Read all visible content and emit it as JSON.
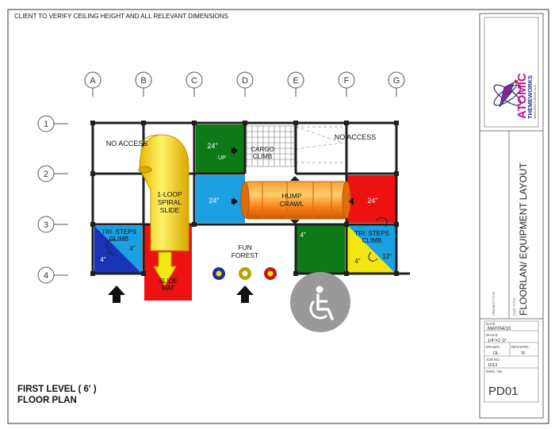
{
  "note": "CLIENT TO VERIFY CEILING HEIGHT AND ALL RELEVANT DIMENSIONS",
  "columns": [
    "A",
    "B",
    "C",
    "D",
    "E",
    "F",
    "G"
  ],
  "rows": [
    "1",
    "2",
    "3",
    "4"
  ],
  "labels": {
    "no_access_left": "NO ACCESS",
    "no_access_right": "NO ACCESS",
    "cargo_line1": "CARGO",
    "cargo_line2": "CLIMB",
    "spiral_line1": "1-LOOP",
    "spiral_line2": "SPIRAL",
    "spiral_line3": "SLIDE",
    "slide_mat_line1": "SLIDE",
    "slide_mat_line2": "MAT",
    "hump_line1": "HUMP",
    "hump_line2": "CRAWL",
    "tri_left_line1": "TRI. STEPS",
    "tri_left_line2": "CLIMB",
    "tri_right_line1": "TRI. STEPS",
    "tri_right_line2": "CLIMB",
    "fun_line1": "FUN",
    "fun_line2": "FOREST",
    "h24_green": "24\"",
    "up_green": "UP",
    "h24_blue": "24\"",
    "h24_red": "24\"",
    "h4_green": "4\"",
    "h4_left_a": "4\"",
    "h4_left_b": "4\"",
    "h4_right_a": "4\"",
    "h12_right": "12\""
  },
  "colors": {
    "green": "#0d7a17",
    "blue": "#1ba0e2",
    "red": "#ee1111",
    "yellow": "#f3e711",
    "orange": "#f57e16",
    "navy": "#1833b8",
    "frame": "#1f1f1f"
  },
  "title_block": {
    "brand_line1": "ATOMIC",
    "brand_line2": "THEMEWORKS",
    "brand_line3": "MANUFACTURING LLC",
    "project_title_label": "PROJECT TITLE",
    "dwg_title_label": "DWG. TITLE",
    "dwg_title": "FLOORLAN/ EQUIPMENT LAYOUT",
    "date_label": "DATE",
    "date": "MAY/04/10",
    "scale_label": "SCALE",
    "scale": "1/4\"=1'-0\"",
    "drawn_label": "DRAWN",
    "drawn": "DL",
    "revision_label": "REVISION",
    "revision": "R",
    "job_label": "JOB NO.",
    "job": "1013",
    "dwg_no_label": "DWG. NO.",
    "dwg_no": "PD01"
  },
  "plan_title": {
    "line1": "FIRST LEVEL ( 6' )",
    "line2": "FLOOR PLAN"
  },
  "icons": [
    "up-arrow-icon",
    "wheelchair-icon",
    "logo-atom-icon"
  ]
}
